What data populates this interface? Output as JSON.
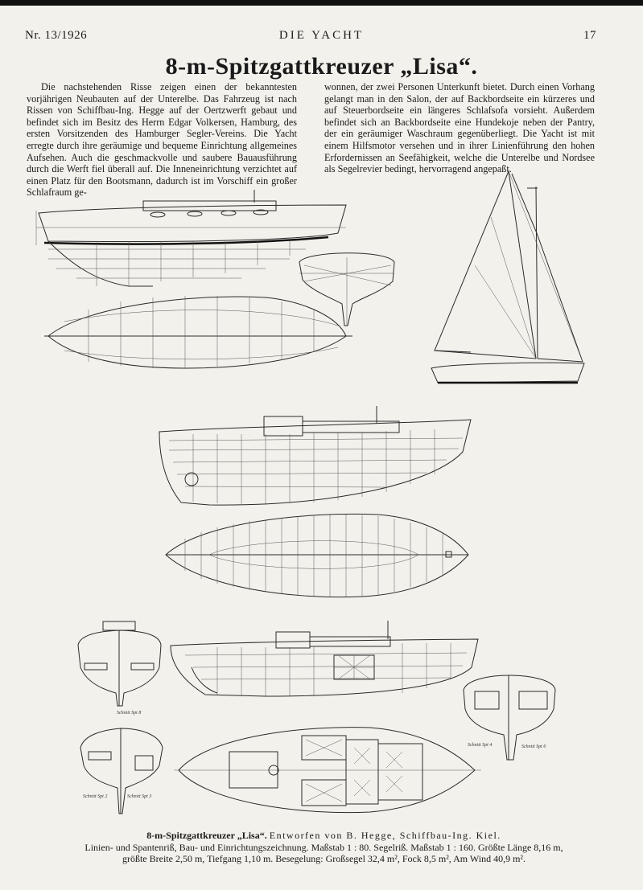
{
  "header": {
    "issue": "Nr. 13/1926",
    "magazine": "DIE YACHT",
    "page": "17"
  },
  "title": "8-m-Spitzgattkreuzer „Lisa“.",
  "body": {
    "left": "Die nachstehenden Risse zeigen einen der bekanntesten vorjährigen Neubauten auf der Unterelbe. Das Fahrzeug ist nach Rissen von Schiffbau-Ing. Hegge auf der Oertzwerft gebaut und befindet sich im Besitz des Herrn Edgar Volkersen, Hamburg, des ersten Vorsitzenden des Hamburger Segler-Vereins. Die Yacht erregte durch ihre geräumige und bequeme Einrichtung allgemeines Aufsehen. Auch die geschmackvolle und saubere Bauausführung durch die Werft fiel überall auf. Die Inneneinrichtung verzichtet auf einen Platz für den Bootsmann, dadurch ist im Vorschiff ein großer Schlafraum ge-",
    "right": "wonnen, der zwei Personen Unterkunft bietet. Durch einen Vorhang gelangt man in den Salon, der auf Backbordseite ein kürzeres und auf Steuerbordseite ein längeres Schlafsofa vorsieht. Außerdem befindet sich an Backbordseite eine Hundekoje neben der Pantry, der ein geräumiger Waschraum gegenüberliegt. Die Yacht ist mit einem Hilfsmotor versehen und in ihrer Linienführung den hohen Erfordernissen an Seefähigkeit, welche die Unterelbe und Nordsee als Segelrevier bedingt, hervorragend angepaßt."
  },
  "drawing_labels": {
    "section_8": "Schnitt Spt 8",
    "section_2": "Schnitt Spt 2",
    "section_3": "Schnitt Spt 3",
    "section_4": "Schnitt Spt 4",
    "section_6": "Schnitt Spt 6"
  },
  "caption": {
    "bold": "8-m-Spitzgattkreuzer „Lisa“.",
    "line1": "Entworfen von B. Hegge, Schiffbau-Ing. Kiel.",
    "line2": "Linien- und Spantenriß, Bau- und Einrichtungszeichnung. Maßstab 1 : 80. Segelriß. Maßstab 1 : 160. Größte Länge 8,16 m,",
    "line3": "größte Breite 2,50 m, Tiefgang 1,10 m. Besegelung: Großsegel 32,4 m², Fock 8,5 m², Am Wind 40,9 m²."
  }
}
